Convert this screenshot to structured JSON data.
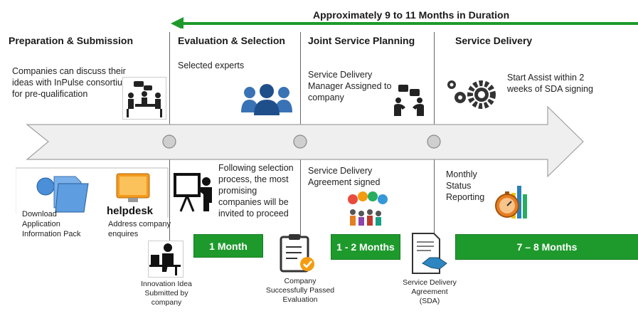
{
  "duration_banner": "Approximately 9 to 11 Months in Duration",
  "phases": [
    {
      "title": "Preparation & Submission"
    },
    {
      "title": "Evaluation & Selection"
    },
    {
      "title": "Joint Service Planning"
    },
    {
      "title": "Service Delivery"
    }
  ],
  "top_texts": {
    "prep": "Companies can discuss their ideas with InPulse consortium for pre-qualification",
    "eval": "Selected experts",
    "joint": "Service Delivery Manager Assigned to company",
    "delivery": "Start Assist within 2 weeks of SDA signing"
  },
  "bottom_texts": {
    "download": "Download Application Information Pack",
    "helpdesk_logo": "helpdesk",
    "helpdesk": "Address company enquires",
    "selection": "Following selection process, the most promising companies will be invited to proceed",
    "sda_signed": "Service Delivery Agreement signed",
    "monthly": "Monthly Status Reporting"
  },
  "durations": {
    "d1": "1 Month",
    "d2": "1 - 2 Months",
    "d3": "7 – 8 Months"
  },
  "milestones": {
    "m1": "Innovation Idea Submitted by company",
    "m2": "Company Successfully Passed Evaluation",
    "m3": "Service Delivery Agreement (SDA)"
  },
  "colors": {
    "green": "#1e9a2c",
    "arrow_fill": "#eeeeee",
    "arrow_stroke": "#9a9a9a"
  }
}
